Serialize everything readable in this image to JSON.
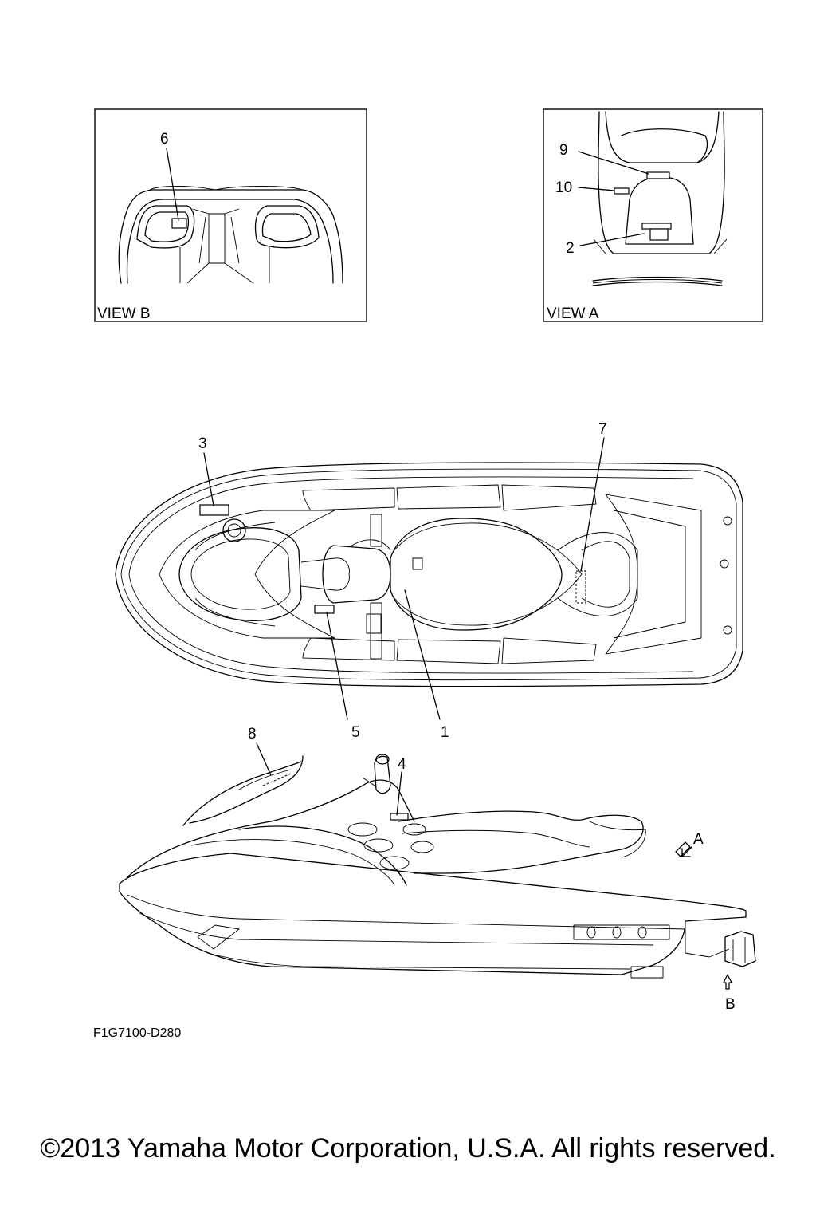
{
  "view_b": {
    "label": "VIEW B",
    "callouts": [
      "6"
    ]
  },
  "view_a": {
    "label": "VIEW A",
    "callouts": [
      "9",
      "10",
      "2"
    ]
  },
  "top_view": {
    "callouts": [
      "3",
      "7",
      "5",
      "1"
    ]
  },
  "side_view": {
    "callouts": [
      "8",
      "4"
    ],
    "arrow_a": "A",
    "arrow_b": "B"
  },
  "figure_code": "F1G7100-D280",
  "copyright": "©2013 Yamaha Motor Corporation, U.S.A. All rights reserved."
}
